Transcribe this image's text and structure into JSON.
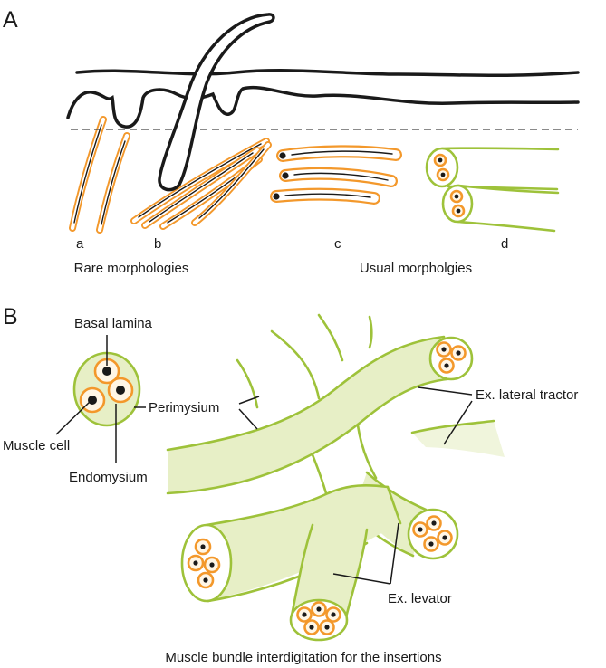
{
  "panel_a": {
    "label": "A",
    "sublabels": {
      "a": "a",
      "b": "b",
      "c": "c",
      "d": "d"
    },
    "rare_caption": "Rare morphologies",
    "usual_caption": "Usual morpholgies"
  },
  "panel_b": {
    "label": "B",
    "basal_lamina": "Basal lamina",
    "perimysium": "Perimysium",
    "muscle_cell": "Muscle cell",
    "endomysium": "Endomysium",
    "lateral_tractor": "Ex. lateral tractor",
    "levator": "Ex. levator",
    "caption": "Muscle bundle interdigitation for the insertions"
  },
  "colors": {
    "fiber_orange": "#F3982B",
    "bundle_green": "#9EC23A",
    "bundle_fill": "#E7EFC6",
    "bundle_pale": "#F0F5DC",
    "ink": "#1A1A1A",
    "cell_fill": "#FFF6E6"
  }
}
